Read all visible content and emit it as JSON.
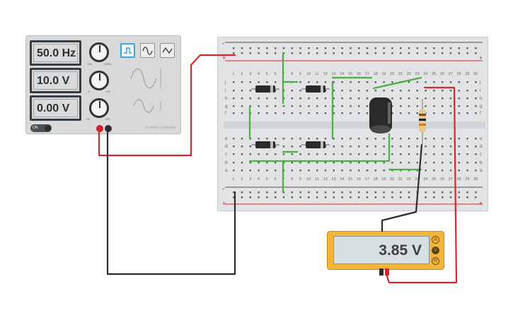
{
  "function_generator": {
    "frequency": "50.0 Hz",
    "amplitude": "10.0 V",
    "offset": "0.00 V",
    "power_label": "ON",
    "brand": "Function Generator",
    "knob_labels": {
      "k1_min": "1Hz",
      "k1_max": "1MHz",
      "k2_min": "0",
      "k2_max": "10V",
      "k3_min": "-5V",
      "k3_max": "+5V"
    }
  },
  "breadboard": {
    "columns": [
      "1",
      "2",
      "3",
      "4",
      "5",
      "6",
      "7",
      "8",
      "9",
      "10",
      "11",
      "12",
      "13",
      "14",
      "15",
      "16",
      "17",
      "18",
      "19",
      "20",
      "21",
      "22",
      "23",
      "24",
      "25",
      "26",
      "27",
      "28",
      "29",
      "30"
    ],
    "rows_top": [
      "j",
      "i",
      "h",
      "g",
      "f"
    ],
    "rows_bottom": [
      "e",
      "d",
      "c",
      "b",
      "a"
    ],
    "rail_minus": "-",
    "rail_plus": "+"
  },
  "multimeter": {
    "reading": "3.85 V",
    "modes": [
      "A",
      "V",
      "R"
    ],
    "selected_mode": "V"
  },
  "colors": {
    "red_wire": "#d8262c",
    "black_wire": "#2b2b2b",
    "green_wire": "#4cae43",
    "meter_body": "#f4b53a"
  }
}
